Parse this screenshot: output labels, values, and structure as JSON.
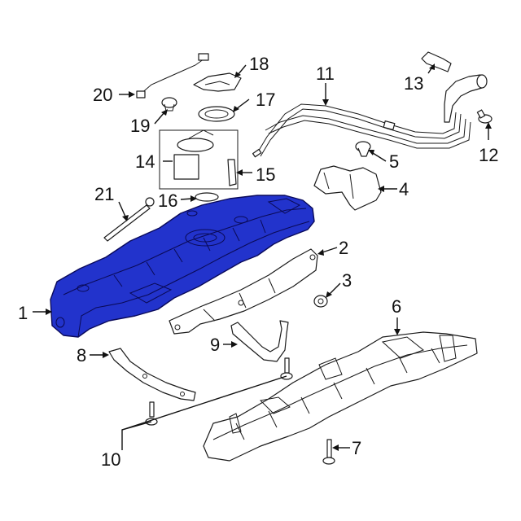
{
  "diagram": {
    "highlight_color": "#2233cc",
    "line_color": "#1a1a1a",
    "background": "#ffffff",
    "callouts": {
      "c1": "1",
      "c2": "2",
      "c3": "3",
      "c4": "4",
      "c5": "5",
      "c6": "6",
      "c7": "7",
      "c8": "8",
      "c9": "9",
      "c10": "10",
      "c11": "11",
      "c12": "12",
      "c13": "13",
      "c14": "14",
      "c15": "15",
      "c16": "16",
      "c17": "17",
      "c18": "18",
      "c19": "19",
      "c20": "20",
      "c21": "21"
    }
  }
}
